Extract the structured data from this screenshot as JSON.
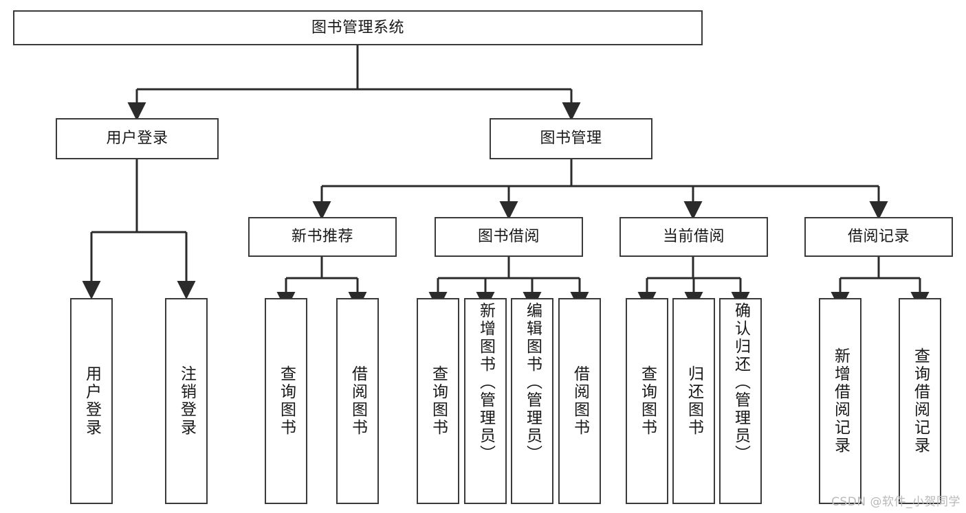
{
  "diagram": {
    "title": "图书管理系统",
    "type": "tree-hierarchy",
    "watermark": "CSDN @软件_小贺同学",
    "colors": {
      "box_border": "#3a3a3a",
      "box_fill": "#ffffff",
      "connector": "#2b2b2b",
      "text": "#181818",
      "watermark": "#b9b9b9",
      "background": "#ffffff"
    },
    "levels": {
      "root": {
        "label": "图书管理系统"
      },
      "level2": [
        {
          "id": "user-login",
          "label": "用户登录"
        },
        {
          "id": "book-management",
          "label": "图书管理"
        }
      ],
      "level3": [
        {
          "id": "new-book-recommend",
          "label": "新书推荐",
          "parent": "book-management"
        },
        {
          "id": "book-borrow",
          "label": "图书借阅",
          "parent": "book-management"
        },
        {
          "id": "current-borrow",
          "label": "当前借阅",
          "parent": "book-management"
        },
        {
          "id": "borrow-record",
          "label": "借阅记录",
          "parent": "book-management"
        }
      ],
      "leaves": [
        {
          "id": "leaf-user-login",
          "label": "用户登录",
          "parent": "user-login"
        },
        {
          "id": "leaf-logout",
          "label": "注销登录",
          "parent": "user-login"
        },
        {
          "id": "leaf-query-book-1",
          "label": "查询图书",
          "parent": "new-book-recommend"
        },
        {
          "id": "leaf-borrow-book-1",
          "label": "借阅图书",
          "parent": "new-book-recommend"
        },
        {
          "id": "leaf-query-book-2",
          "label": "查询图书",
          "parent": "book-borrow"
        },
        {
          "id": "leaf-add-book",
          "label": "新增图书（管理员）",
          "parent": "book-borrow"
        },
        {
          "id": "leaf-edit-book",
          "label": "编辑图书（管理员）",
          "parent": "book-borrow"
        },
        {
          "id": "leaf-borrow-book-2",
          "label": "借阅图书",
          "parent": "book-borrow"
        },
        {
          "id": "leaf-query-book-3",
          "label": "查询图书",
          "parent": "current-borrow"
        },
        {
          "id": "leaf-return-book",
          "label": "归还图书",
          "parent": "current-borrow"
        },
        {
          "id": "leaf-confirm-return",
          "label": "确认归还（管理员）",
          "parent": "current-borrow"
        },
        {
          "id": "leaf-add-record",
          "label": "新增借阅记录",
          "parent": "borrow-record"
        },
        {
          "id": "leaf-query-record",
          "label": "查询借阅记录",
          "parent": "borrow-record"
        }
      ]
    }
  }
}
